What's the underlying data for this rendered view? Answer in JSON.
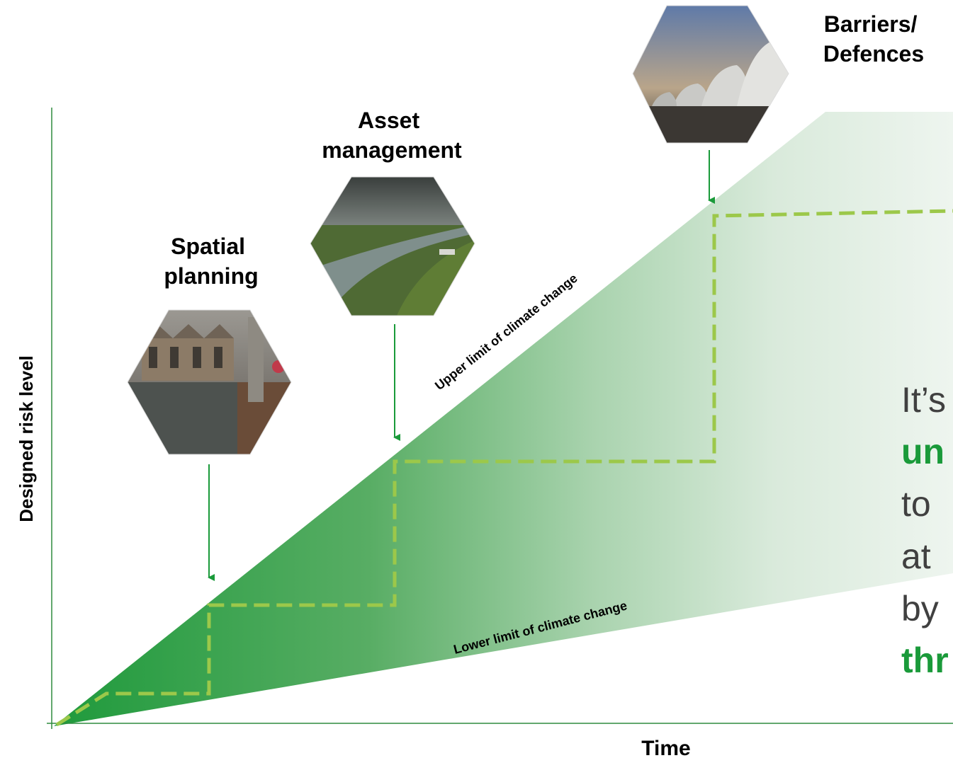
{
  "axes": {
    "y_label": "Designed risk level",
    "x_label": "Time"
  },
  "boundaries": {
    "upper": "Upper limit of climate change",
    "lower": "Lower limit of climate change"
  },
  "interventions": [
    {
      "label_lines": [
        "Spatial",
        "planning"
      ],
      "image": "flooded-housing-photo"
    },
    {
      "label_lines": [
        "Asset",
        "management"
      ],
      "image": "river-embankment-photo"
    },
    {
      "label_lines": [
        "Barriers/",
        "Defences"
      ],
      "image": "thames-barrier-photo"
    }
  ],
  "callout_lines": [
    {
      "text": "It’s",
      "emphasis": false
    },
    {
      "text": "un",
      "emphasis": true
    },
    {
      "text": "to",
      "emphasis": false
    },
    {
      "text": "at",
      "emphasis": false
    },
    {
      "text": "by",
      "emphasis": false
    },
    {
      "text": "thr",
      "emphasis": true
    }
  ],
  "colors": {
    "accent_green": "#1a9a3a",
    "dashed_path": "#9cc84a",
    "axis": "#2e8b3e",
    "callout_text": "#404040"
  }
}
